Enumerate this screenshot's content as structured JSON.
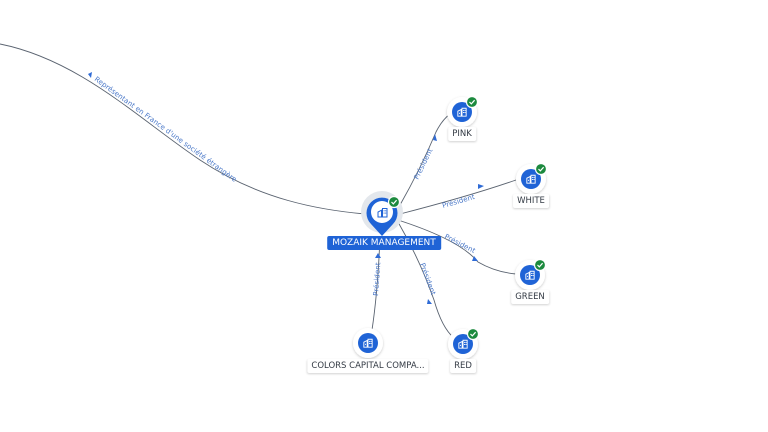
{
  "center": {
    "label": "MOZAIK MANAGEMENT"
  },
  "nodes": [
    {
      "id": "pink",
      "label": "PINK",
      "verified": true
    },
    {
      "id": "white",
      "label": "WHITE",
      "verified": true
    },
    {
      "id": "green",
      "label": "GREEN",
      "verified": true
    },
    {
      "id": "red",
      "label": "RED",
      "verified": true
    },
    {
      "id": "colors",
      "label": "COLORS CAPITAL COMPA...",
      "verified": false
    }
  ],
  "edges": [
    {
      "id": "external",
      "label": "Représentant en France d'une société étrangère"
    },
    {
      "id": "pink",
      "label": "Président"
    },
    {
      "id": "white",
      "label": "Président"
    },
    {
      "id": "green",
      "label": "Président"
    },
    {
      "id": "red",
      "label": "Président"
    },
    {
      "id": "colors",
      "label": "Président"
    }
  ],
  "colors": {
    "node": "#1f63d6",
    "verified": "#1c8a3e",
    "edge": "#5a6370",
    "edge_label": "#4a78c8"
  }
}
